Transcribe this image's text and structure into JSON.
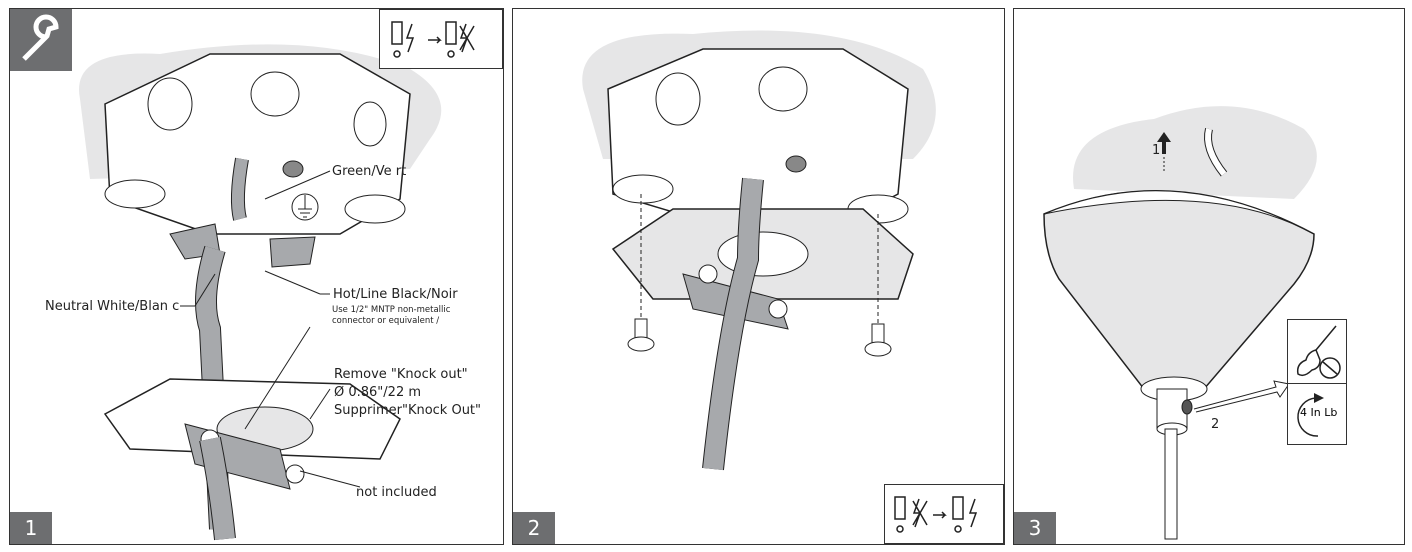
{
  "panels": [
    {
      "number": "1",
      "labels": {
        "ground": "Green/Ve rt",
        "hot": "Hot/Line Black/Noir",
        "neutral": "Neutral White/Blan c",
        "connector_line1": "Use 1/2\" MNTP non-metallic",
        "connector_line2": "connector or equivalent /",
        "knockout_line1": "Remove \"Knock out\"",
        "knockout_line2": "Ø 0.86\"/22 m",
        "knockout_line3": "Supprimer\"Knock Out\"",
        "not_included": "not included"
      },
      "icons": [
        "wrench-icon",
        "power-off-icon"
      ]
    },
    {
      "number": "2",
      "icons": [
        "power-on-icon"
      ]
    },
    {
      "number": "3",
      "labels": {
        "step1": "1",
        "step2": "2",
        "torque": "4 In Lb"
      },
      "icons": [
        "screwdriver-icon",
        "slotted-screw-icon",
        "torque-rotate-icon"
      ]
    }
  ],
  "colors": {
    "badge": "#6d6e70",
    "shadow": "#e6e6e7",
    "wire_gray": "#a7a9ac"
  }
}
